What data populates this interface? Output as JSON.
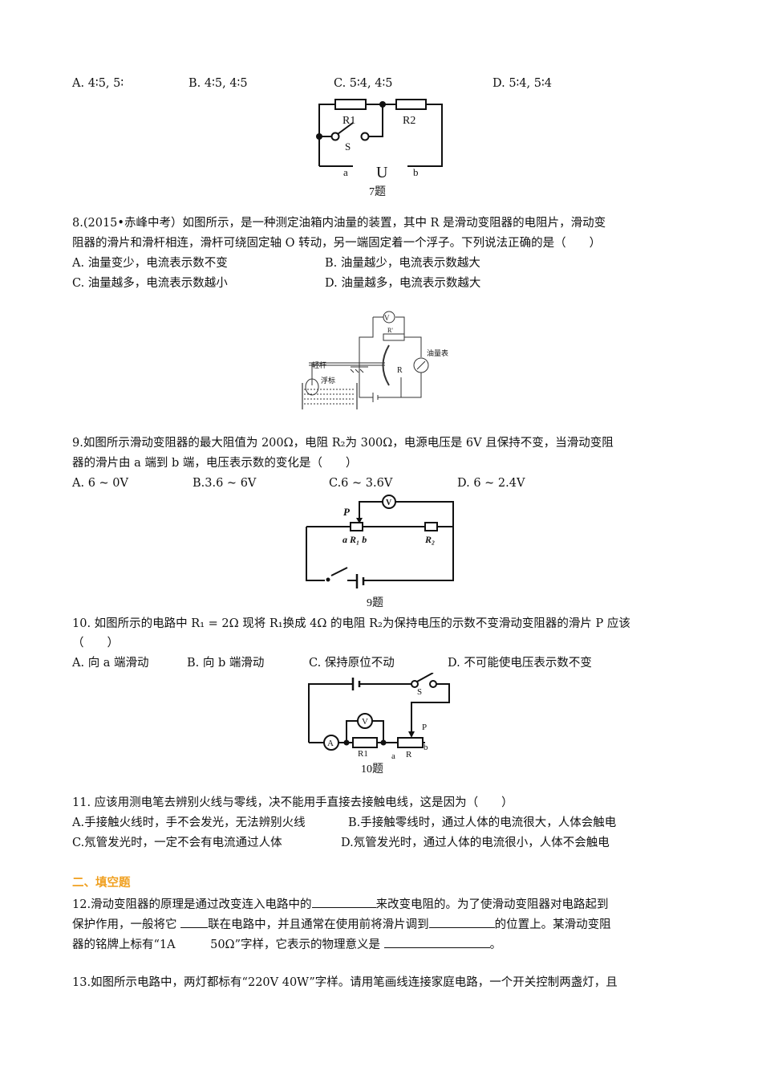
{
  "q7": {
    "options": [
      "A. 4∶5, 5∶",
      "B. 4∶5, 4∶5",
      "C. 5∶4, 4∶5",
      "D. 5∶4, 5∶4"
    ],
    "figure": {
      "r1": "R1",
      "r2": "R2",
      "s": "S",
      "a": "a",
      "u": "U",
      "b": "b",
      "caption": "7题"
    }
  },
  "q8": {
    "line1": "8.(2015•赤峰中考）如图所示，是一种测定油箱内油量的装置，其中 R 是滑动变阻器的电阻片，滑动变",
    "line2": "阻器的滑片和滑杆相连，滑杆可绕固定轴 O 转动，另一端固定着一个浮子。下列说法正确的是（　　）",
    "options": [
      "A.  油量变少，电流表示数不变",
      "B.  油量越少，电流表示数越大",
      "C.  油量越多，电流表示数越小",
      "D.  油量越多，电流表示数越大"
    ],
    "figure": {
      "v": "V",
      "rprime": "R'",
      "gauge": "油量表",
      "lever": "轻杆",
      "float": "浮标",
      "r": "R"
    }
  },
  "q9": {
    "line1": "9.如图所示滑动变阻器的最大阻值为 200Ω，电阻 R₂为 300Ω，电源电压是 6V 且保持不变，当滑动变阻",
    "line2": "器的滑片由 a 端到 b 端，电压表示数的变化是（　　）",
    "options": [
      "A.  6 ~ 0V",
      "B.3.6 ~ 6V",
      "C.6 ~ 3.6V",
      "D.  6 ~ 2.4V"
    ],
    "figure": {
      "p": "P",
      "v": "V",
      "r1": "a R₁ b",
      "r2": "R₂",
      "caption": "9题"
    }
  },
  "q10": {
    "line1": "10.  如图所示的电路中 R₁ = 2Ω 现将 R₁换成 4Ω 的电阻 R₂为保持电压的示数不变滑动变阻器的滑片 P 应该",
    "line2": "（　　）",
    "options": [
      "A.  向 a 端滑动",
      "B.  向 b 端滑动",
      "C.  保持原位不动",
      "D.  不可能使电压表示数不变"
    ],
    "figure": {
      "s": "S",
      "v": "V",
      "a_meter": "A",
      "r1": "R1",
      "a": "a",
      "r": "R",
      "b": "b",
      "p": "P",
      "caption": "10题"
    }
  },
  "q11": {
    "line1": "11.  应该用测电笔去辨别火线与零线，决不能用手直接去接触电线，这是因为（　　）",
    "options": [
      "A.手接触火线时，手不会发光，无法辨别火线",
      "B.手接触零线时，通过人体的电流很大，人体会触电",
      "C.氖管发光时，一定不会有电流通过人体",
      "D.氖管发光时，通过人体的电流很小，人体不会触电"
    ]
  },
  "section2": {
    "title": "二、填空题",
    "color": "#f0a020"
  },
  "q12": {
    "l1a": "12.滑动变阻器的原理是通过改变连入电路中的",
    "l1b": "来改变电阻的。为了使滑动变阻器对电路起到",
    "l2a": "保护作用，一般将它 ",
    "l2b": "联在电路中，并且通常在使用前将滑片调到",
    "l2c": "的位置上。某滑动变阻",
    "l3a": "器的铭牌上标有“1A　　　50Ω”字样，它表示的物理意义是 ",
    "l3b": "。"
  },
  "q13": {
    "line1": "13.如图所示电路中，两灯都标有“220V 40W”字样。请用笔画线连接家庭电路，一个开关控制两盏灯，且"
  }
}
